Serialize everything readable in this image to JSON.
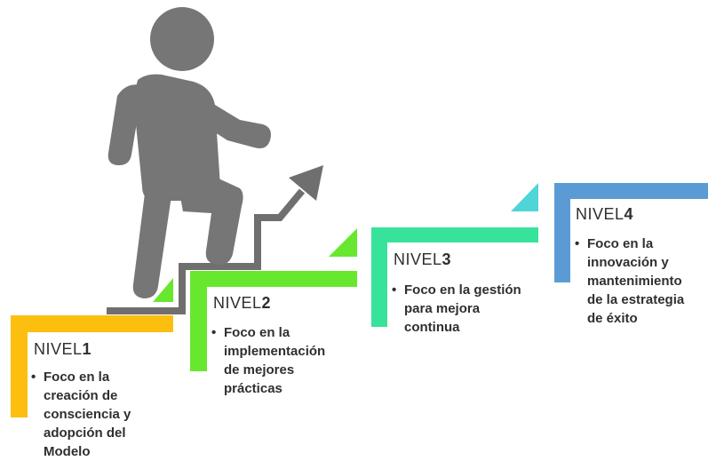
{
  "colors": {
    "level1": "#fdbf0f",
    "level2": "#67e82f",
    "level3": "#37e29a",
    "level4": "#5b9bd5",
    "level3_notch": "#4fd4d8",
    "figure": "#767676",
    "arrow": "#6f6f6f"
  },
  "icons": {
    "figure": "person-climbing-icon",
    "arrow": "upward-arrow-icon"
  },
  "levels": [
    {
      "label": "NIVEL",
      "number": "1",
      "bullet": "•",
      "lines": [
        "Foco en la",
        "creación de",
        "consciencia y",
        "adopción del",
        "Modelo"
      ]
    },
    {
      "label": "NIVEL",
      "number": "2",
      "bullet": "•",
      "lines": [
        "Foco en la",
        "implementación",
        "de mejores",
        "prácticas"
      ]
    },
    {
      "label": "NIVEL",
      "number": "3",
      "bullet": "•",
      "lines": [
        "Foco en la gestión",
        "para mejora",
        "continua"
      ]
    },
    {
      "label": "NIVEL",
      "number": "4",
      "bullet": "•",
      "lines": [
        "Foco en la",
        "innovación y",
        "mantenimiento",
        "de la estrategia",
        "de éxito"
      ]
    }
  ]
}
